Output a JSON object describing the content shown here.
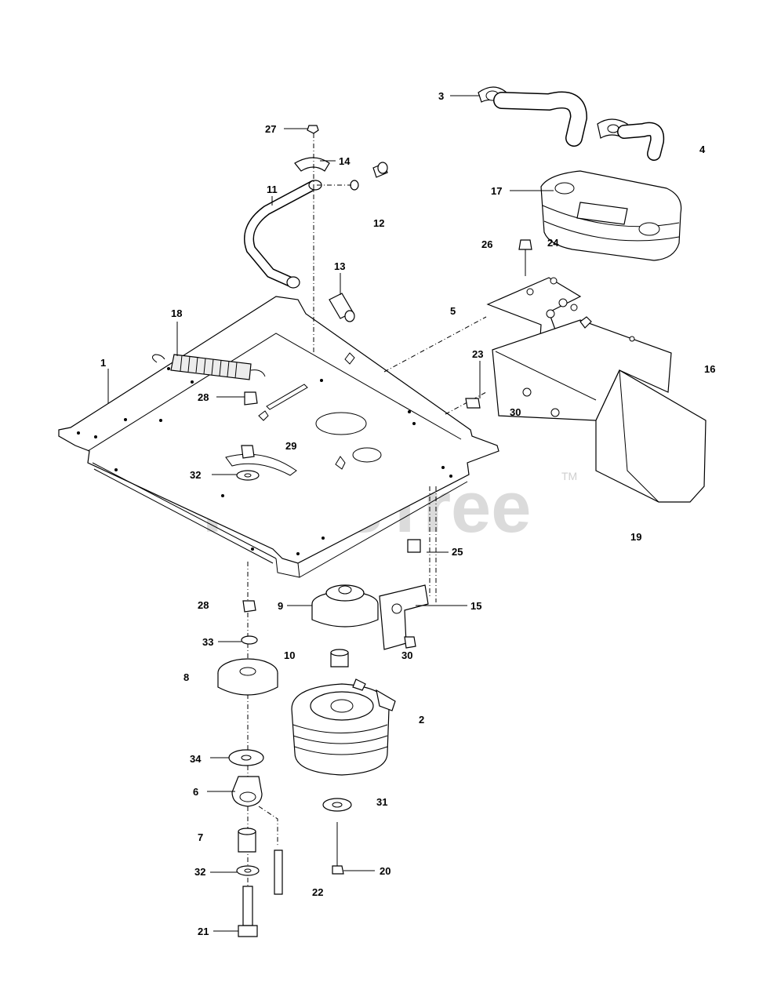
{
  "watermark": {
    "text": "PartsTree",
    "tm": "TM"
  },
  "callouts": [
    {
      "id": "c1",
      "label": "1"
    },
    {
      "id": "c2",
      "label": "2"
    },
    {
      "id": "c3",
      "label": "3"
    },
    {
      "id": "c4",
      "label": "4"
    },
    {
      "id": "c5",
      "label": "5"
    },
    {
      "id": "c6",
      "label": "6"
    },
    {
      "id": "c7",
      "label": "7"
    },
    {
      "id": "c8",
      "label": "8"
    },
    {
      "id": "c9",
      "label": "9"
    },
    {
      "id": "c10",
      "label": "10"
    },
    {
      "id": "c11",
      "label": "11"
    },
    {
      "id": "c12",
      "label": "12"
    },
    {
      "id": "c13",
      "label": "13"
    },
    {
      "id": "c14",
      "label": "14"
    },
    {
      "id": "c15",
      "label": "15"
    },
    {
      "id": "c16",
      "label": "16"
    },
    {
      "id": "c17",
      "label": "17"
    },
    {
      "id": "c18",
      "label": "18"
    },
    {
      "id": "c19",
      "label": "19"
    },
    {
      "id": "c20",
      "label": "20"
    },
    {
      "id": "c21",
      "label": "21"
    },
    {
      "id": "c22",
      "label": "22"
    },
    {
      "id": "c23",
      "label": "23"
    },
    {
      "id": "c24",
      "label": "24"
    },
    {
      "id": "c25",
      "label": "25"
    },
    {
      "id": "c26",
      "label": "26"
    },
    {
      "id": "c27",
      "label": "27"
    },
    {
      "id": "c28a",
      "label": "28"
    },
    {
      "id": "c28b",
      "label": "28"
    },
    {
      "id": "c29",
      "label": "29"
    },
    {
      "id": "c30a",
      "label": "30"
    },
    {
      "id": "c30b",
      "label": "30"
    },
    {
      "id": "c31",
      "label": "31"
    },
    {
      "id": "c32a",
      "label": "32"
    },
    {
      "id": "c32b",
      "label": "32"
    },
    {
      "id": "c33",
      "label": "33"
    },
    {
      "id": "c34",
      "label": "34"
    }
  ]
}
